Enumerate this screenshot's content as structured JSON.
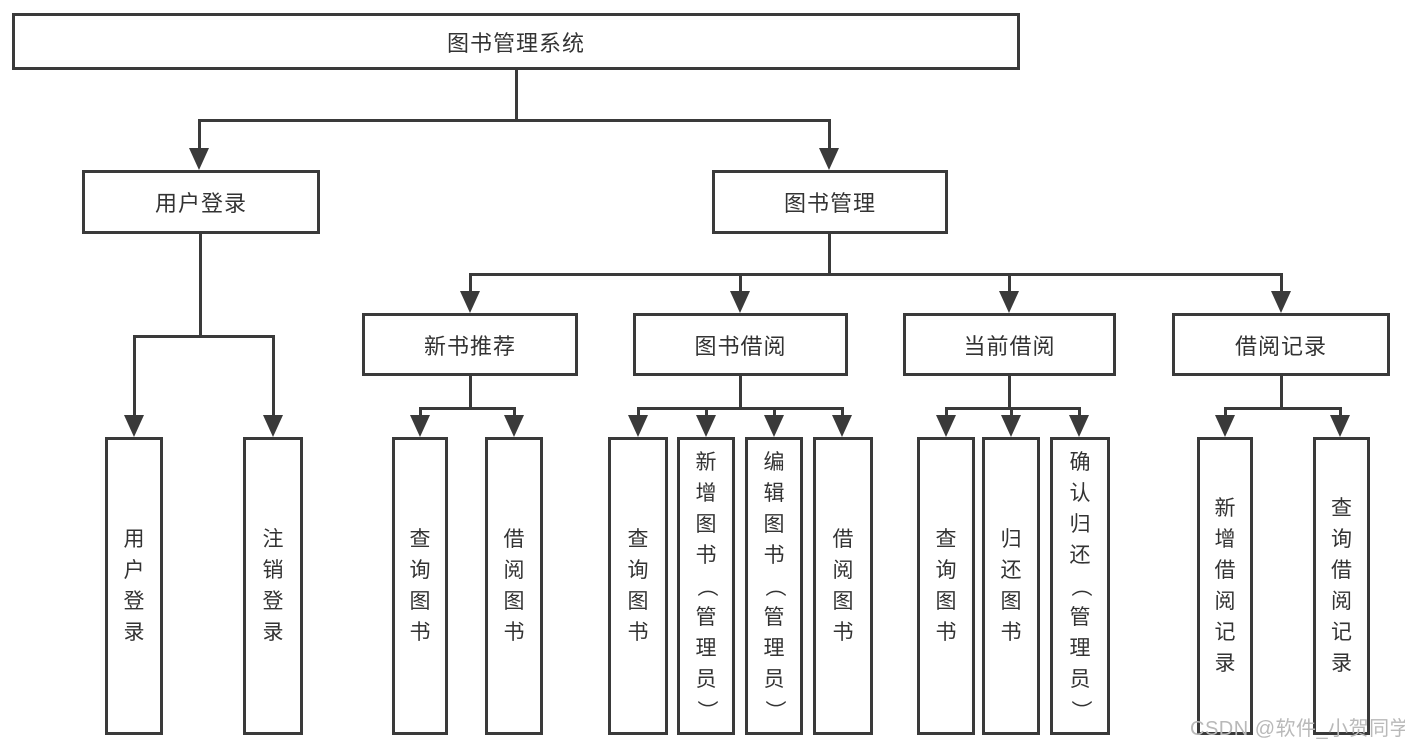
{
  "diagram": {
    "title": "图书管理系统",
    "tree": {
      "label": "图书管理系统",
      "children": [
        {
          "label": "用户登录",
          "children": [
            {
              "label": "用户登录"
            },
            {
              "label": "注销登录"
            }
          ]
        },
        {
          "label": "图书管理",
          "children": [
            {
              "label": "新书推荐",
              "children": [
                {
                  "label": "查询图书"
                },
                {
                  "label": "借阅图书"
                }
              ]
            },
            {
              "label": "图书借阅",
              "children": [
                {
                  "label": "查询图书"
                },
                {
                  "label": "新增图书（管理员）"
                },
                {
                  "label": "编辑图书（管理员）"
                },
                {
                  "label": "借阅图书"
                }
              ]
            },
            {
              "label": "当前借阅",
              "children": [
                {
                  "label": "查询图书"
                },
                {
                  "label": "归还图书"
                },
                {
                  "label": "确认归还（管理员）"
                }
              ]
            },
            {
              "label": "借阅记录",
              "children": [
                {
                  "label": "新增借阅记录"
                },
                {
                  "label": "查询借阅记录"
                }
              ]
            }
          ]
        }
      ]
    }
  },
  "watermark": {
    "text": "CSDN @软件_小贺同学"
  },
  "colors": {
    "line": "#3a3a3a",
    "text": "#333333",
    "watermark": "#b9b9b9",
    "background": "#ffffff"
  }
}
